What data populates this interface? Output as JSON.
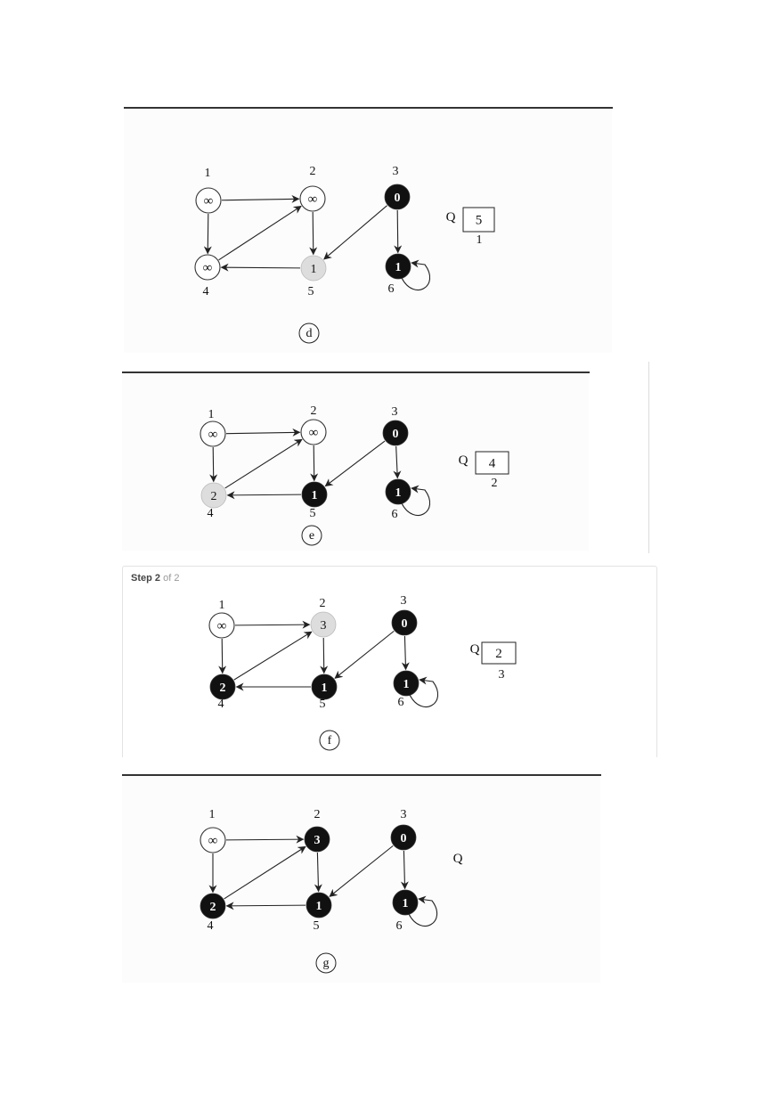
{
  "step_header": {
    "label": "Step",
    "current": "2",
    "of": "of",
    "total": "2"
  },
  "colors": {
    "black": "#111111",
    "gray": "#dddddd",
    "white": "#ffffff",
    "stroke": "#333333"
  },
  "panels": [
    {
      "caption": "d",
      "nodes": [
        {
          "id": "1",
          "value": "∞",
          "color": "white"
        },
        {
          "id": "2",
          "value": "∞",
          "color": "white"
        },
        {
          "id": "3",
          "value": "0",
          "color": "black"
        },
        {
          "id": "4",
          "value": "∞",
          "color": "white"
        },
        {
          "id": "5",
          "value": "1",
          "color": "gray"
        },
        {
          "id": "6",
          "value": "1",
          "color": "black"
        }
      ],
      "queue": {
        "label": "Q",
        "items": [
          {
            "value": "5",
            "distance": "1"
          }
        ]
      }
    },
    {
      "caption": "e",
      "nodes": [
        {
          "id": "1",
          "value": "∞",
          "color": "white"
        },
        {
          "id": "2",
          "value": "∞",
          "color": "white"
        },
        {
          "id": "3",
          "value": "0",
          "color": "black"
        },
        {
          "id": "4",
          "value": "2",
          "color": "gray"
        },
        {
          "id": "5",
          "value": "1",
          "color": "black"
        },
        {
          "id": "6",
          "value": "1",
          "color": "black"
        }
      ],
      "queue": {
        "label": "Q",
        "items": [
          {
            "value": "4",
            "distance": "2"
          }
        ]
      }
    },
    {
      "caption": "f",
      "nodes": [
        {
          "id": "1",
          "value": "∞",
          "color": "white"
        },
        {
          "id": "2",
          "value": "3",
          "color": "gray"
        },
        {
          "id": "3",
          "value": "0",
          "color": "black"
        },
        {
          "id": "4",
          "value": "2",
          "color": "black"
        },
        {
          "id": "5",
          "value": "1",
          "color": "black"
        },
        {
          "id": "6",
          "value": "1",
          "color": "black"
        }
      ],
      "queue": {
        "label": "Q",
        "items": [
          {
            "value": "2",
            "distance": "3"
          }
        ]
      }
    },
    {
      "caption": "g",
      "nodes": [
        {
          "id": "1",
          "value": "∞",
          "color": "white"
        },
        {
          "id": "2",
          "value": "3",
          "color": "black"
        },
        {
          "id": "3",
          "value": "0",
          "color": "black"
        },
        {
          "id": "4",
          "value": "2",
          "color": "black"
        },
        {
          "id": "5",
          "value": "1",
          "color": "black"
        },
        {
          "id": "6",
          "value": "1",
          "color": "black"
        }
      ],
      "queue": {
        "label": "Q",
        "items": []
      }
    }
  ],
  "edges": [
    {
      "from": "1",
      "to": "2"
    },
    {
      "from": "1",
      "to": "4"
    },
    {
      "from": "4",
      "to": "2"
    },
    {
      "from": "2",
      "to": "5"
    },
    {
      "from": "5",
      "to": "4"
    },
    {
      "from": "3",
      "to": "5"
    },
    {
      "from": "3",
      "to": "6"
    },
    {
      "from": "6",
      "to": "6"
    }
  ]
}
